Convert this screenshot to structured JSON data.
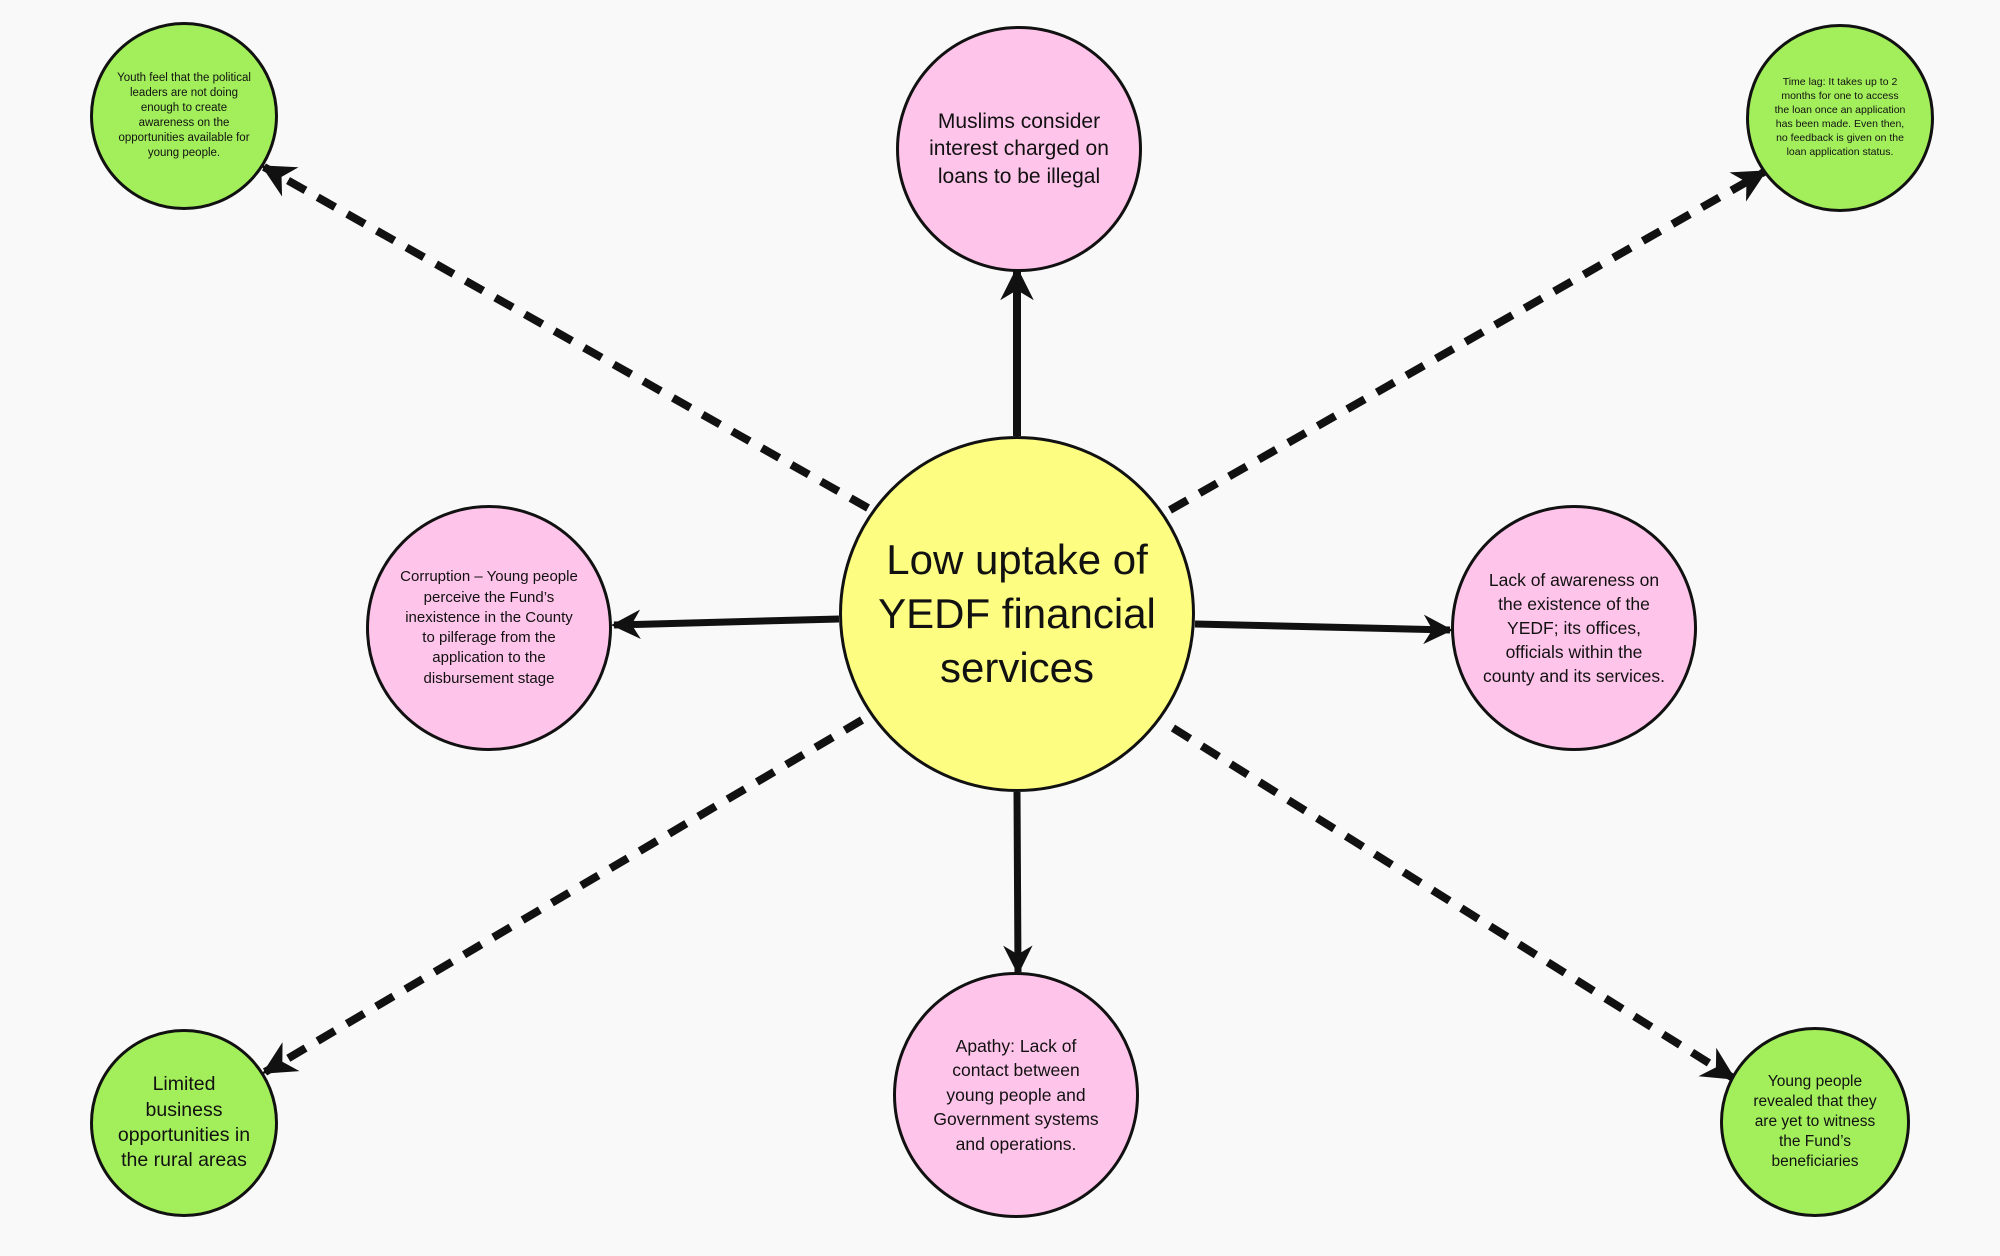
{
  "colors": {
    "center_fill": "#fdfd82",
    "primary_fill": "#ffc4ea",
    "secondary_fill": "#a3ef5b",
    "stroke": "#111111",
    "background": "#f9f9f9"
  },
  "diagram": {
    "center": {
      "text": "Low uptake of YEDF financial services"
    },
    "primary_causes": [
      {
        "id": "top",
        "text": "Muslims consider interest charged on loans to be illegal",
        "connector": "solid"
      },
      {
        "id": "left",
        "text": "Corruption – Young people perceive the Fund’s inexistence in the County to pilferage from the application to the disbursement stage",
        "connector": "solid"
      },
      {
        "id": "right",
        "text": "Lack of awareness on the existence of the YEDF; its offices, officials within the county and its services.",
        "connector": "solid"
      },
      {
        "id": "bottom",
        "text": "Apathy: Lack of contact between young people and Government systems and operations.",
        "connector": "solid"
      }
    ],
    "secondary_causes": [
      {
        "id": "top-left",
        "text": "Youth feel that the political leaders are not doing enough to create awareness on the opportunities available for young people.",
        "connector": "dashed"
      },
      {
        "id": "top-right",
        "text": "Time lag: It takes up to 2 months for one to access the loan once an application has been made. Even then, no feedback is given on the loan application status.",
        "connector": "dashed"
      },
      {
        "id": "bottom-left",
        "text": "Limited business opportunities in the rural areas",
        "connector": "dashed"
      },
      {
        "id": "bottom-right",
        "text": "Young people revealed that they are yet to witness the Fund’s beneficiaries",
        "connector": "dashed"
      }
    ]
  }
}
